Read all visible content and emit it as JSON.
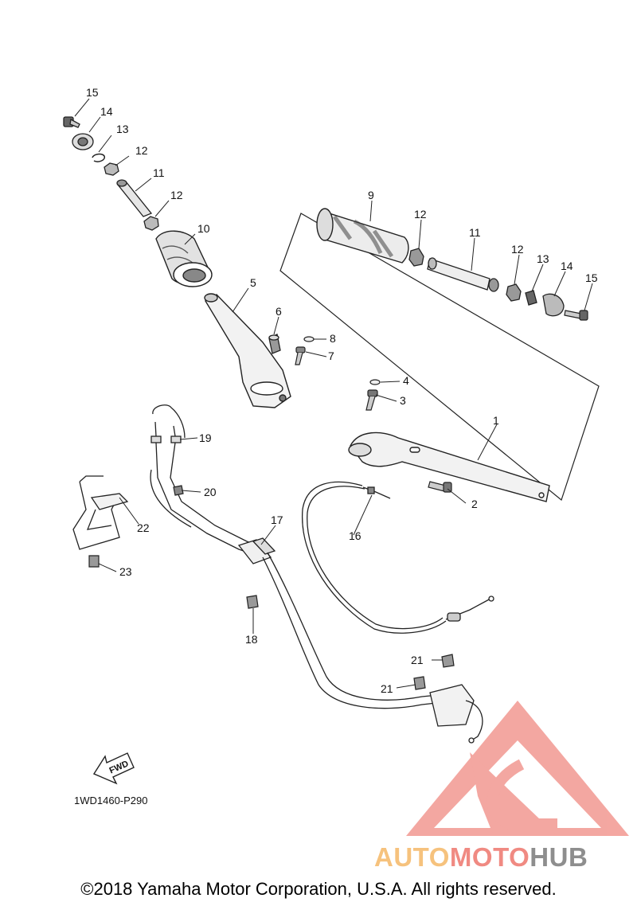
{
  "diagram": {
    "drawing_code": "1WD1460-P290",
    "fwd_label": "FWD",
    "callouts": [
      {
        "id": "c15a",
        "text": "15"
      },
      {
        "id": "c14a",
        "text": "14"
      },
      {
        "id": "c13a",
        "text": "13"
      },
      {
        "id": "c12a",
        "text": "12"
      },
      {
        "id": "c11a",
        "text": "11"
      },
      {
        "id": "c12b",
        "text": "12"
      },
      {
        "id": "c10",
        "text": "10"
      },
      {
        "id": "c5",
        "text": "5"
      },
      {
        "id": "c6",
        "text": "6"
      },
      {
        "id": "c8",
        "text": "8"
      },
      {
        "id": "c7",
        "text": "7"
      },
      {
        "id": "c9",
        "text": "9"
      },
      {
        "id": "c12c",
        "text": "12"
      },
      {
        "id": "c11b",
        "text": "11"
      },
      {
        "id": "c12d",
        "text": "12"
      },
      {
        "id": "c13b",
        "text": "13"
      },
      {
        "id": "c14b",
        "text": "14"
      },
      {
        "id": "c15b",
        "text": "15"
      },
      {
        "id": "c4",
        "text": "4"
      },
      {
        "id": "c3",
        "text": "3"
      },
      {
        "id": "c1",
        "text": "1"
      },
      {
        "id": "c2",
        "text": "2"
      },
      {
        "id": "c19",
        "text": "19"
      },
      {
        "id": "c20",
        "text": "20"
      },
      {
        "id": "c22",
        "text": "22"
      },
      {
        "id": "c23",
        "text": "23"
      },
      {
        "id": "c17",
        "text": "17"
      },
      {
        "id": "c16",
        "text": "16"
      },
      {
        "id": "c18",
        "text": "18"
      },
      {
        "id": "c21a",
        "text": "21"
      },
      {
        "id": "c21b",
        "text": "21"
      }
    ]
  },
  "watermark": {
    "part1": "AUTO",
    "part2": "MOTO",
    "part3": "HUB",
    "color_auto": "#f6c27d",
    "color_moto": "#f08a82",
    "color_hub": "#8e8e8e",
    "logo_color": "#f08a82"
  },
  "footer": {
    "copyright": "©2018 Yamaha Motor Corporation, U.S.A. All rights reserved."
  }
}
